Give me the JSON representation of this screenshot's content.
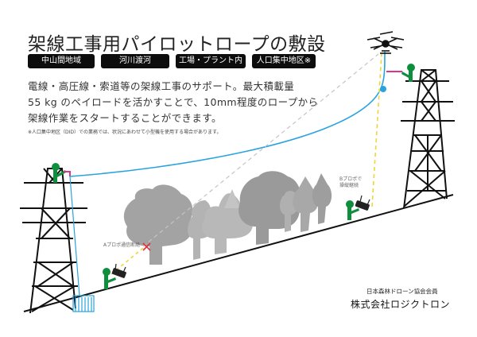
{
  "title": "架線工事用パイロットロープの敷設",
  "tags": [
    "中山間地域",
    "河川渡河",
    "工場・プラント内",
    "人口集中地区※"
  ],
  "description": [
    "電線・高圧線・索道等の架線工事のサポート。最大積載量",
    "55 kg のペイロードを活かすことで、10mm程度のロープから",
    "架線作業をスタートすることができます。"
  ],
  "footnote": "※人口集中地区（DID）での業務では、状況にあわせて小型機を使用する場合があります。",
  "labels": {
    "a_propo": "Aプロポ通信断絶",
    "b_propo_line1": "Bプロポで",
    "b_propo_line2": "操縦継続"
  },
  "footer": {
    "association": "日本森林ドローン協会会員",
    "company": "株式会社ロジクトロン"
  },
  "colors": {
    "rope": "#29a3e0",
    "signal_a": "#f2d43a",
    "signal_b": "#f2d43a",
    "drone_link": "#bbbbbb",
    "worker": "#0f8f3e",
    "connector": "#e0338f",
    "cut_mark": "#e03040",
    "tree_dark": "#a0a0a0",
    "tree_light": "#b8b8b8"
  },
  "icons": [
    "drone-icon",
    "pylon-icon",
    "worker-icon",
    "controller-icon",
    "fence-icon",
    "tree-icon",
    "cross-mark-icon"
  ]
}
